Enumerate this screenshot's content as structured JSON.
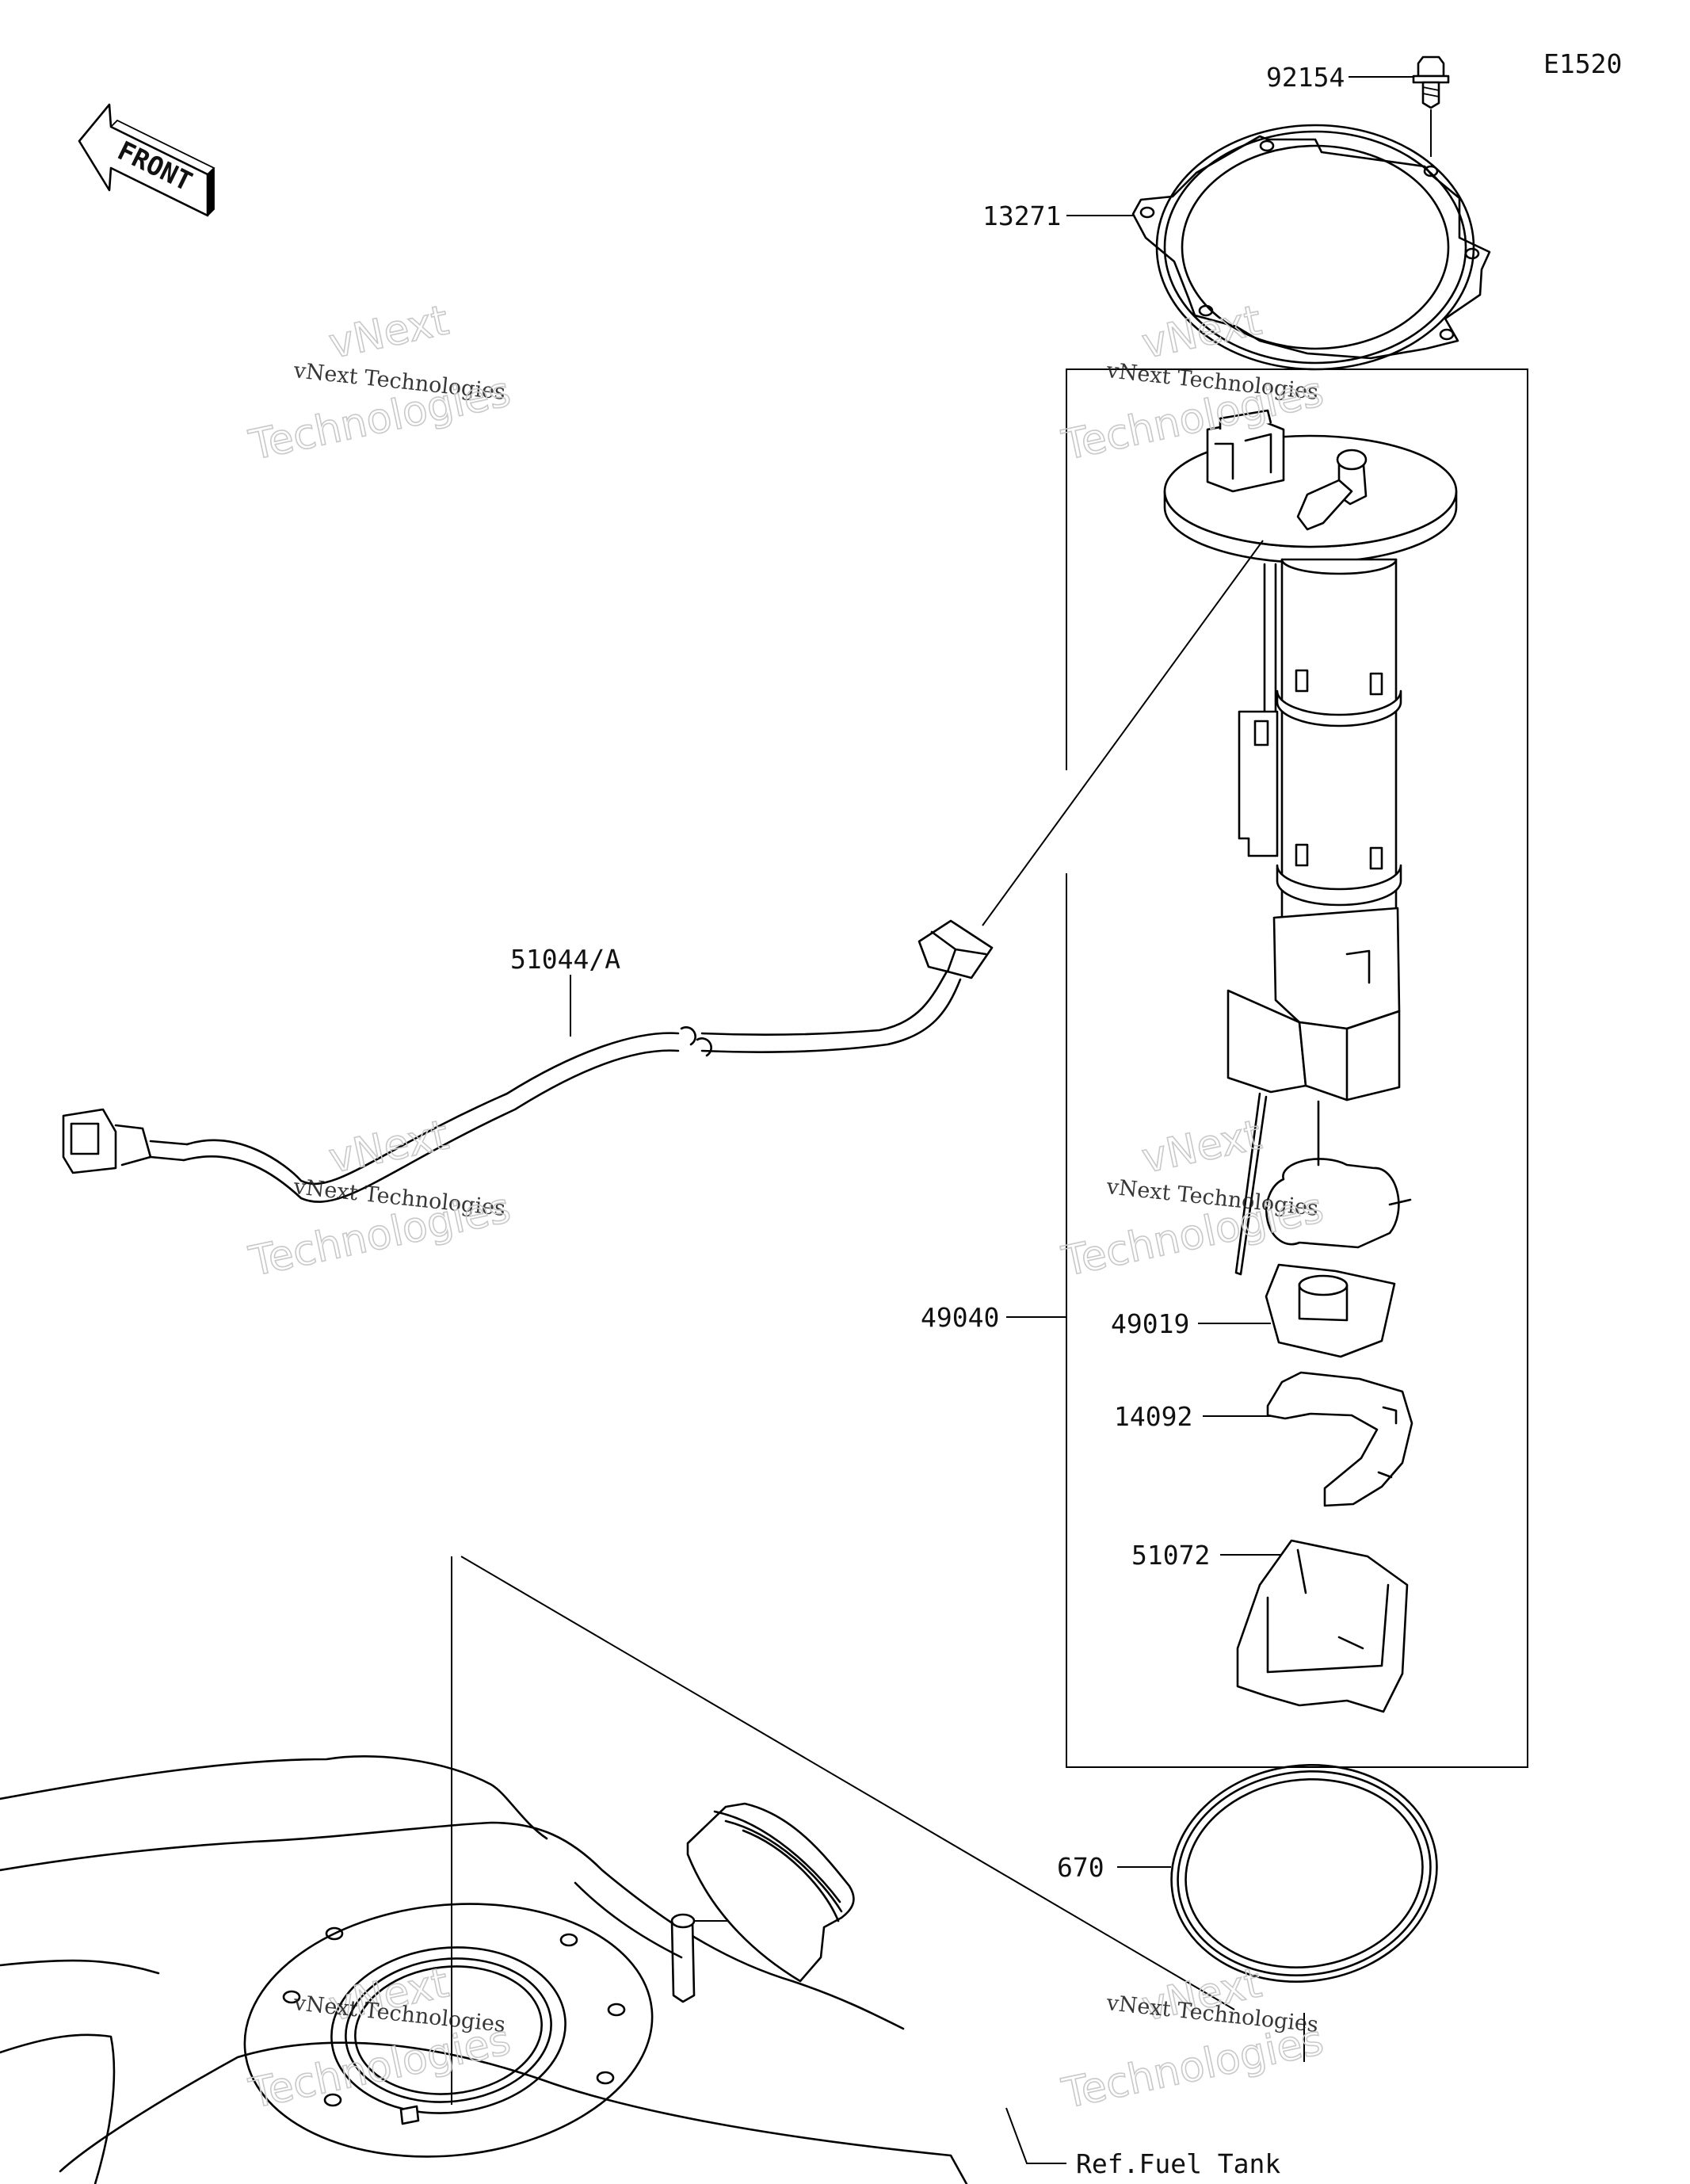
{
  "diagram": {
    "code": "E1520",
    "front_label": "FRONT",
    "parts": {
      "p92154": "92154",
      "p13271": "13271",
      "p51044": "51044/A",
      "p49040": "49040",
      "p49019": "49019",
      "p14092": "14092",
      "p51072": "51072",
      "p670": "670",
      "ref_tank": "Ref.Fuel Tank"
    },
    "watermark": {
      "line_small": "vNext Technologies",
      "line_top": "vNext",
      "line_bottom": "Technologies"
    }
  }
}
